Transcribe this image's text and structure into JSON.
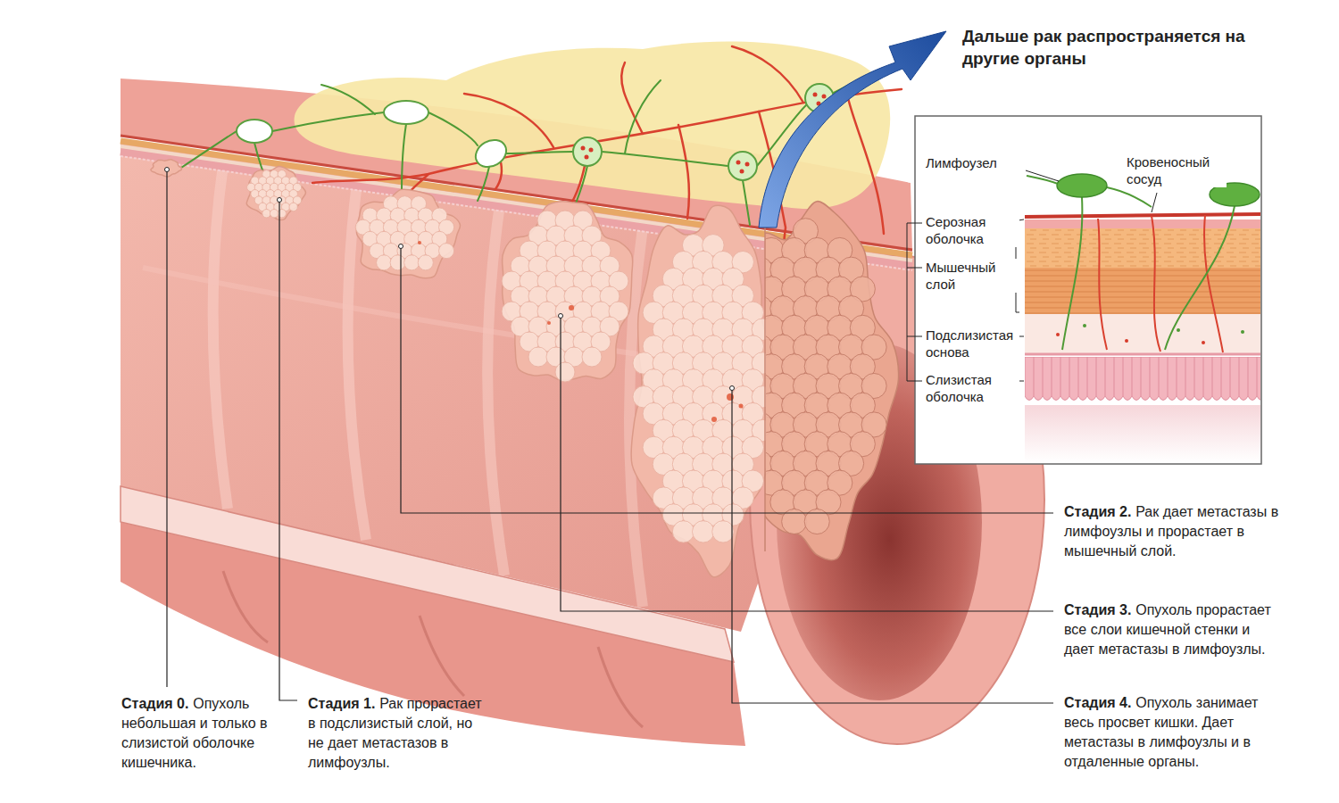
{
  "diagram": {
    "labels": [
      "Дальше рак распространяется на другие органы",
      "Лимфоузел",
      "Кровеносный сосуд",
      "Серозная оболочка",
      "Мышечный слой",
      "Подслизистая основа",
      "Слизистая оболочка",
      "Стадия 2.",
      "Рак дает метастазы в лимфоузлы и прорастает в мышечный слой.",
      "Стадия 3.",
      "Опухоль прорастает все слои кишечной стенки и дает метастазы в лимфоузлы.",
      "Стадия 4.",
      "Опухоль занимает весь просвет кишки. Дает метастазы в лимфоузлы и в отдаленные органы.",
      "Стадия 0.",
      "Опухоль небольшая и только в слизистой оболочке кишечника.",
      "Стадия 1.",
      "Рак прорастает в подслизистый слой, но не дает метастазов в лимфоузлы."
    ]
  }
}
